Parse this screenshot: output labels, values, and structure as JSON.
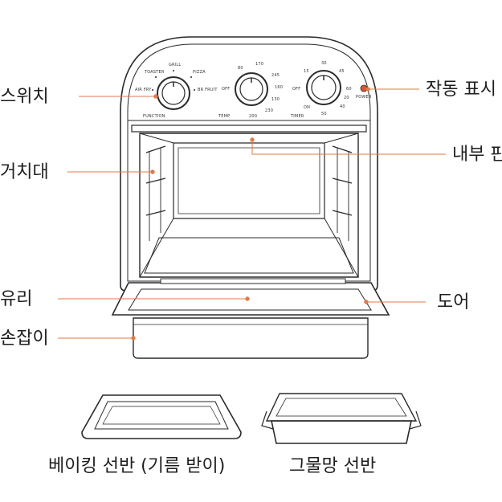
{
  "labels": {
    "left": [
      {
        "id": "function-switch",
        "text": "스위치"
      },
      {
        "id": "rack",
        "text": "거치대"
      },
      {
        "id": "glass",
        "text": "유리"
      },
      {
        "id": "handle",
        "text": "손잡이"
      }
    ],
    "right": [
      {
        "id": "power-indicator",
        "text": "작동 표시"
      },
      {
        "id": "interior",
        "text": "내부 판"
      },
      {
        "id": "door",
        "text": "도어"
      }
    ]
  },
  "panel": {
    "function_knob": {
      "caption": "FUNCTION",
      "marks": [
        "TOASTER",
        "GRILL",
        "PIZZA",
        "AIR FRY",
        "BR FRUIT"
      ]
    },
    "temp_knob": {
      "caption": "TEMP",
      "marks": [
        "80",
        "170",
        "OFF",
        "245",
        "160",
        "130",
        "200",
        "230"
      ]
    },
    "timer_knob": {
      "caption": "TIMER",
      "marks": [
        "OFF",
        "15",
        "30",
        "45",
        "60",
        "ON",
        "50",
        "40",
        "20"
      ]
    },
    "power_caption": "POWER"
  },
  "captions": {
    "baking_tray": "베이킹 선반 (기름 받이)",
    "wire_rack": "그물망 선반"
  },
  "colors": {
    "leader": "#e07a4a",
    "outline": "#2a2a2a",
    "indicator": "#d9572a"
  }
}
